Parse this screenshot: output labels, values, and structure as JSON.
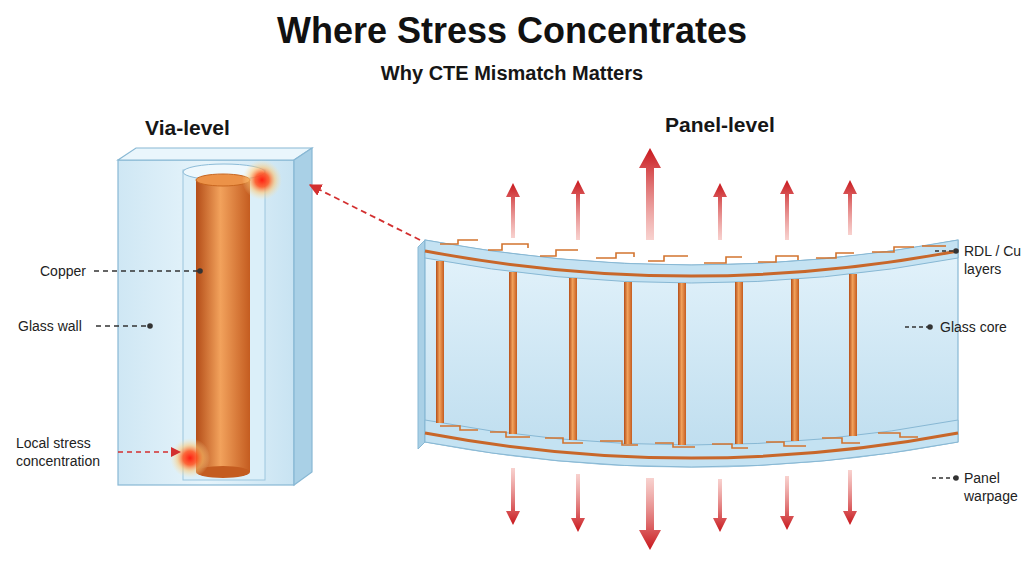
{
  "diagram": {
    "title": "Where Stress Concentrates",
    "nodes": [
      {
        "text": [
          "Via-level"
        ]
      },
      {
        "text": [
          "Panel-level"
        ]
      }
    ],
    "edges": [
      {
        "from": 1,
        "to": 0,
        "arrow": "to"
      }
    ],
    "labels": [
      "Why CTE Mismatch Matters",
      "Copper",
      "Glass wall",
      "Local stress concentration",
      "RDL / Cu layers",
      "Glass core",
      "Panel warpage"
    ]
  }
}
